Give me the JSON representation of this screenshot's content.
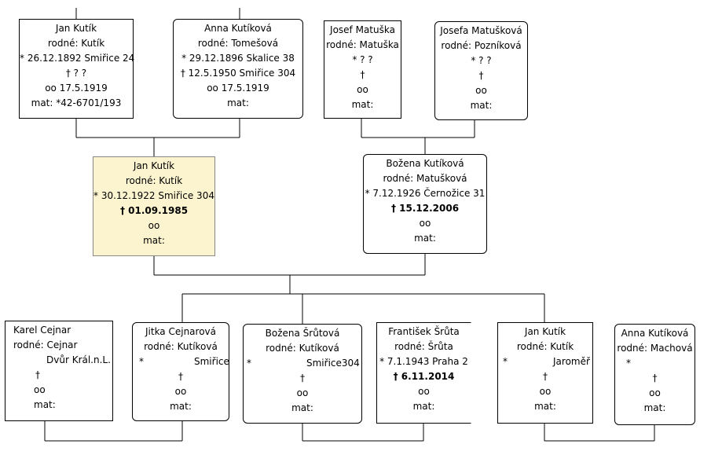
{
  "persons": {
    "p1": {
      "name": "Jan Kutík",
      "birth_name": "rodné: Kutík",
      "born": "* 26.12.1892 Smiřice 24",
      "died": "† ? ?",
      "married": "oo 17.5.1919",
      "mat": "mat: *42-6701/193"
    },
    "p2": {
      "name": "Anna Kutíková",
      "birth_name": "rodné: Tomešová",
      "born": "* 29.12.1896 Skalice 38",
      "died": "† 12.5.1950 Smiřice 304",
      "married": "oo 17.5.1919",
      "mat": "mat:"
    },
    "p3": {
      "name": "Josef Matuška",
      "birth_name": "rodné: Matuška",
      "born": "* ? ?",
      "died": "†",
      "married": "oo",
      "mat": "mat:"
    },
    "p4": {
      "name": "Josefa Matušková",
      "birth_name": "rodné: Pozníková",
      "born": "* ? ?",
      "died": "†",
      "married": "oo",
      "mat": "mat:"
    },
    "p5": {
      "name": "Jan Kutík",
      "birth_name": "rodné: Kutík",
      "born": "* 30.12.1922 Smiřice 304",
      "died": "† 01.09.1985",
      "married": "oo",
      "mat": "mat:"
    },
    "p6": {
      "name": "Božena Kutíková",
      "birth_name": "rodné: Matušková",
      "born": "* 7.12.1926 Černožice 31",
      "died": "† 15.12.2006",
      "married": "oo",
      "mat": "mat:"
    },
    "p7": {
      "name": "Karel Cejnar",
      "birth_name": "rodné: Cejnar",
      "born": "Dvůr Král.n.L.",
      "died": "†",
      "married": "oo",
      "mat": "mat:"
    },
    "p8": {
      "name": "Jitka Cejnarová",
      "birth_name": "rodné: Kutíková",
      "born_star": "*",
      "born": "Smiřice",
      "died": "†",
      "married": "oo",
      "mat": "mat:"
    },
    "p9": {
      "name": "Božena Šrůtová",
      "birth_name": "rodné: Kutíková",
      "born_star": "*",
      "born": "Smiřice304",
      "died": "†",
      "married": "oo",
      "mat": "mat:"
    },
    "p10": {
      "name": "František Šrůta",
      "birth_name": "rodné: Šrůta",
      "born": "* 7.1.1943 Praha 2",
      "died": "† 6.11.2014",
      "married": "oo",
      "mat": "mat:"
    },
    "p11": {
      "name": "Jan Kutík",
      "birth_name": "rodné: Kutík",
      "born_star": "*",
      "born": "Jaroměř",
      "died": "†",
      "married": "oo",
      "mat": "mat:"
    },
    "p12": {
      "name": "Anna Kutíková",
      "birth_name": "rodné: Machová",
      "born": "*",
      "died": "†",
      "married": "oo",
      "mat": "mat:"
    }
  },
  "colors": {
    "highlight_box": "#fbf4cf",
    "line": "#000000"
  }
}
